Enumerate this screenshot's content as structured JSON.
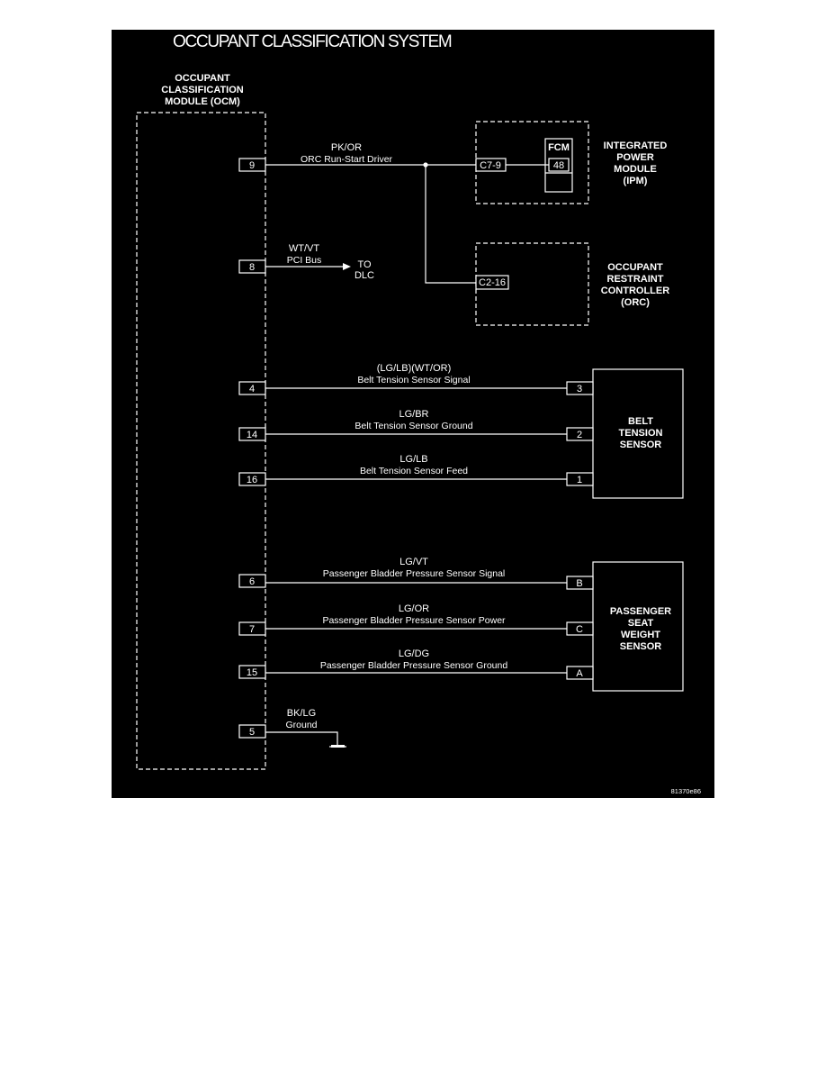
{
  "title": "OCCUPANT CLASSIFICATION SYSTEM",
  "ocm": {
    "line1": "OCCUPANT",
    "line2": "CLASSIFICATION",
    "line3": "MODULE (OCM)"
  },
  "ipm": {
    "line1": "INTEGRATED",
    "line2": "POWER",
    "line3": "MODULE",
    "line4": "(IPM)",
    "fcm": "FCM",
    "fcm_pin": "48",
    "connector": "C7-9"
  },
  "orc": {
    "line1": "OCCUPANT",
    "line2": "RESTRAINT",
    "line3": "CONTROLLER",
    "line4": "(ORC)",
    "connector": "C2-16"
  },
  "belt_sensor": {
    "line1": "BELT",
    "line2": "TENSION",
    "line3": "SENSOR"
  },
  "seat_sensor": {
    "line1": "PASSENGER",
    "line2": "SEAT",
    "line3": "WEIGHT",
    "line4": "SENSOR"
  },
  "dlc": {
    "line1": "TO",
    "line2": "DLC"
  },
  "circuits": [
    {
      "pin": "9",
      "color": "PK/OR",
      "desc": "ORC Run-Start Driver"
    },
    {
      "pin": "8",
      "color": "WT/VT",
      "desc": "PCI Bus"
    },
    {
      "pin": "4",
      "color": "(LG/LB)(WT/OR)",
      "desc": "Belt Tension Sensor Signal",
      "far_pin": "3"
    },
    {
      "pin": "14",
      "color": "LG/BR",
      "desc": "Belt Tension Sensor Ground",
      "far_pin": "2"
    },
    {
      "pin": "16",
      "color": "LG/LB",
      "desc": "Belt Tension Sensor Feed",
      "far_pin": "1"
    },
    {
      "pin": "6",
      "color": "LG/VT",
      "desc": "Passenger Bladder Pressure Sensor Signal",
      "far_pin": "B"
    },
    {
      "pin": "7",
      "color": "LG/OR",
      "desc": "Passenger Bladder Pressure Sensor Power",
      "far_pin": "C"
    },
    {
      "pin": "15",
      "color": "LG/DG",
      "desc": "Passenger Bladder Pressure Sensor Ground",
      "far_pin": "A"
    },
    {
      "pin": "5",
      "color": "BK/LG",
      "desc": "Ground"
    }
  ],
  "figure_id": "81370e86"
}
